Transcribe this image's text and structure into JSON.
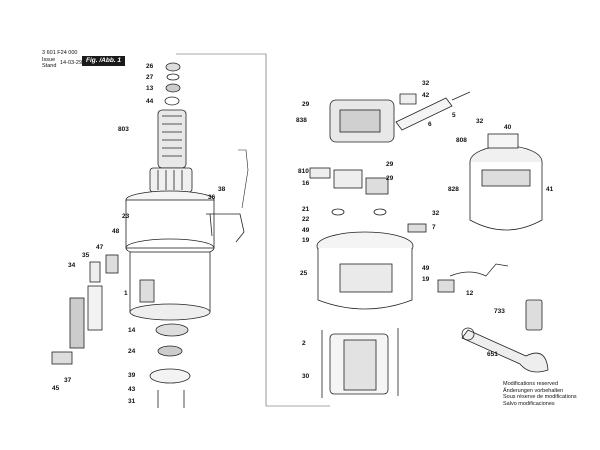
{
  "header": {
    "code": "3 601 F24 000",
    "issue_label": "Issue",
    "stand_label": "Stand",
    "issue_date": "14-03-29",
    "figure_label": "Fig. /Abb. 1"
  },
  "part_numbers": [
    "26",
    "27",
    "13",
    "44",
    "803",
    "38",
    "36",
    "23",
    "47",
    "48",
    "35",
    "34",
    "1",
    "14",
    "24",
    "39",
    "43",
    "31",
    "37",
    "45",
    "29",
    "838",
    "32",
    "42",
    "6",
    "5",
    "32",
    "40",
    "810",
    "16",
    "29",
    "29",
    "21",
    "22",
    "49",
    "19",
    "32",
    "7",
    "808",
    "828",
    "41",
    "25",
    "49",
    "19",
    "12",
    "733",
    "2",
    "30",
    "651"
  ],
  "notes": [
    "Modifications reserved",
    "Änderungen vorbehalten",
    "Sous réserve de modifications",
    "Salvo modificaciones"
  ]
}
